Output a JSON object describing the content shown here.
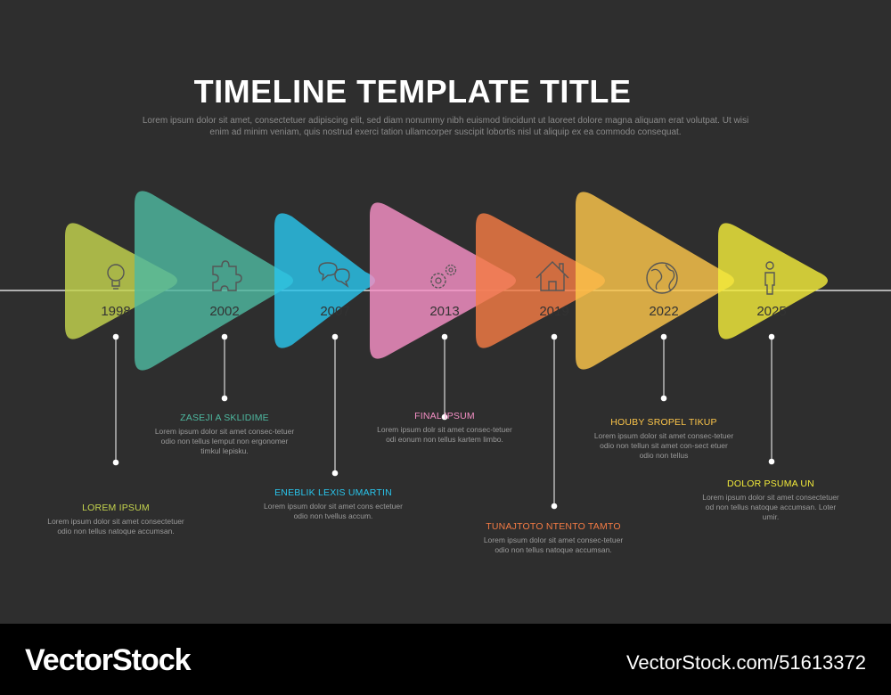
{
  "header": {
    "title": "TIMELINE TEMPLATE TITLE",
    "subtitle": "Lorem ipsum dolor sit amet, consectetuer adipiscing elit, sed diam nonummy nibh euismod tincidunt ut laoreet dolore magna aliquam erat volutpat. Ut wisi enim ad minim veniam, quis nostrud exerci tation ullamcorper suscipit lobortis nisl ut aliquip ex ea commodo consequat."
  },
  "events": [
    {
      "year": "1998",
      "icon": "lightbulb-icon",
      "color": "#c5d44e",
      "title": "LOREM IPSUM",
      "desc": "Lorem ipsum dolor sit amet consectetuer odio non tellus natoque accumsan."
    },
    {
      "year": "2002",
      "icon": "puzzle-icon",
      "color": "#4eb8a0",
      "title": "ZASEJI A SKLIDIME",
      "desc": "Lorem ipsum dolor sit amet consec-tetuer odio non tellus lemput non ergonomer timkul lepisku."
    },
    {
      "year": "2007",
      "icon": "chat-bubbles-icon",
      "color": "#29c5ec",
      "title": "ENEBLIK LEXIS UMARTIN",
      "desc": "Lorem ipsum dolor sit amet cons ectetuer odio non tvellus accum."
    },
    {
      "year": "2013",
      "icon": "gears-icon",
      "color": "#f690c6",
      "title": "FINAL IPSUM",
      "desc": "Lorem ipsum dolr sit amet consec-tetuer odi eonum non tellus kartem limbo."
    },
    {
      "year": "2019",
      "icon": "house-icon",
      "color": "#f47b44",
      "title": "TUNAJTOTO NTENTO TAMTO",
      "desc": "Lorem ipsum dolor sit amet consec-tetuer odio non tellus natoque accumsan."
    },
    {
      "year": "2022",
      "icon": "globe-icon",
      "color": "#fdc64a",
      "title": "HOUBY SROPEL TIKUP",
      "desc": "Lorem ipsum dolor sit amet consec-tetuer odio non tellun sit amet con-sect etuer odio non tellus"
    },
    {
      "year": "2025",
      "icon": "person-icon",
      "color": "#f3eb3a",
      "title": "DOLOR PSUMA UN",
      "desc": "Lorem ipsum dolor sit amet consectetuer od non tellus natoque accumsan. Loter umir."
    }
  ],
  "footer": {
    "brand": "VectorStock",
    "stock_id": "VectorStock.com/51613372"
  }
}
